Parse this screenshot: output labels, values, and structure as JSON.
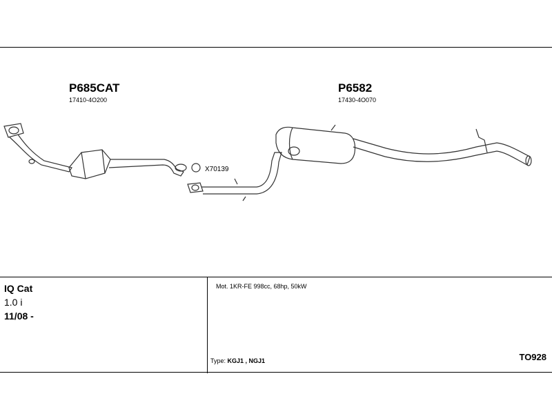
{
  "parts": {
    "front": {
      "code": "P685CAT",
      "oem": "17410-4O200"
    },
    "rear": {
      "code": "P6582",
      "oem": "17430-4O070"
    },
    "clamp": {
      "code": "X70139"
    }
  },
  "vehicle": {
    "model": "IQ Cat",
    "engine_size": "1.0 i",
    "years": "11/08 -"
  },
  "engine_desc": "Mot. 1KR-FE 998cc, 68hp, 50kW",
  "type": {
    "label": "Type:",
    "codes": "KGJ1 , NGJ1"
  },
  "reference": "TO928"
}
